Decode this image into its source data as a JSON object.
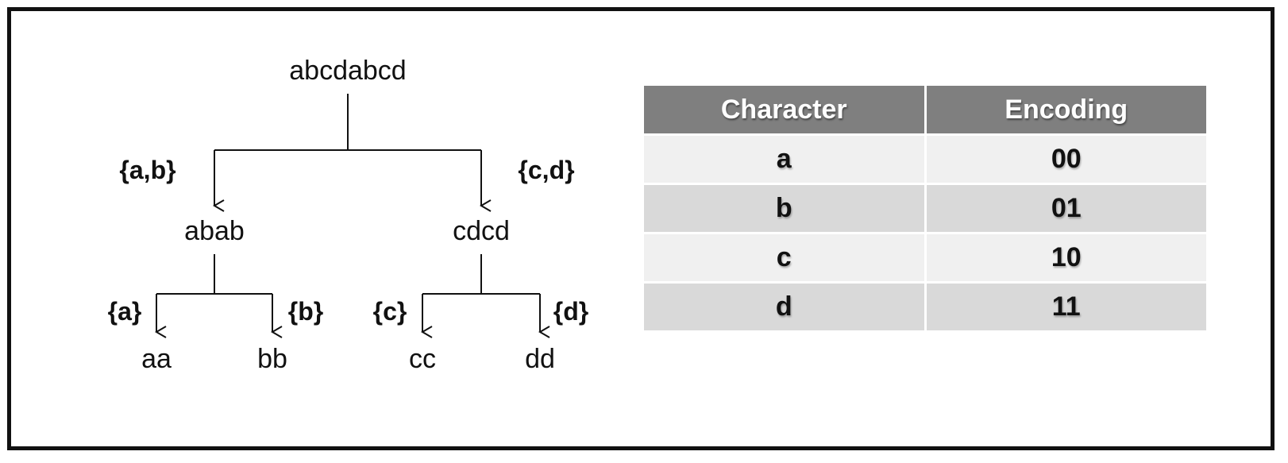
{
  "tree": {
    "root": "abcdabcd",
    "left_set": "{a,b}",
    "right_set": "{c,d}",
    "left_node": "abab",
    "right_node": "cdcd",
    "leaf_sets": [
      "{a}",
      "{b}",
      "{c}",
      "{d}"
    ],
    "leaves": [
      "aa",
      "bb",
      "cc",
      "dd"
    ]
  },
  "table": {
    "headers": [
      "Character",
      "Encoding"
    ],
    "rows": [
      [
        "a",
        "00"
      ],
      [
        "b",
        "01"
      ],
      [
        "c",
        "10"
      ],
      [
        "d",
        "11"
      ]
    ],
    "colors": {
      "header_bg": "#7f7f7f",
      "row_light": "#f0f0f0",
      "row_dark": "#d9d9d9"
    }
  }
}
